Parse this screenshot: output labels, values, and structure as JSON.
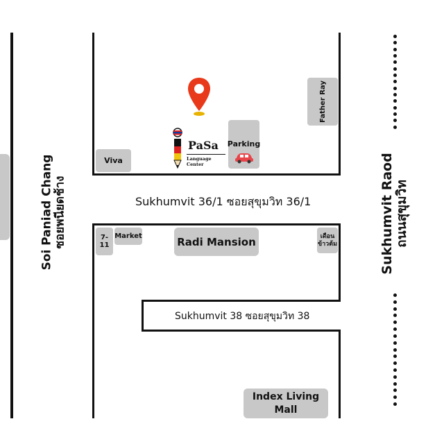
{
  "streets": {
    "sukhumvit_36_1": "Sukhumvit 36/1 ซอยสุขุมวิท 36/1",
    "sukhumvit_38": "Sukhumvit 38 ซอยสุขุมวิท 38",
    "soi_paniad_chang_en": "Soi Paniad Chang",
    "soi_paniad_chang_th": "ซอยพนียดช้าง",
    "sukhumvit_road_en": "Sukhumvit Raod",
    "sukhumvit_road_th": "ถนนสุขุมวิท"
  },
  "landmarks": {
    "viva": "Viva",
    "parking": "Parking",
    "father_ray": "Father Ray",
    "seven_eleven": "7-11",
    "market": "Market",
    "radi_mansion": "Radi Mansion",
    "duean_khao_tom_line1": "เดือน",
    "duean_khao_tom_line2": "ข้าวต้ม",
    "index_living_line1": "Index Living",
    "index_living_line2": "Mall"
  },
  "logo": {
    "name": "PaSa",
    "subtitle": "Language Center"
  },
  "icons": {
    "pin": "location-pin-icon",
    "car": "car-icon",
    "pencil": "pencil-logo-icon"
  },
  "colors": {
    "pin": "#e8391b",
    "car": "#e8454a",
    "box": "#c8c8c8"
  }
}
